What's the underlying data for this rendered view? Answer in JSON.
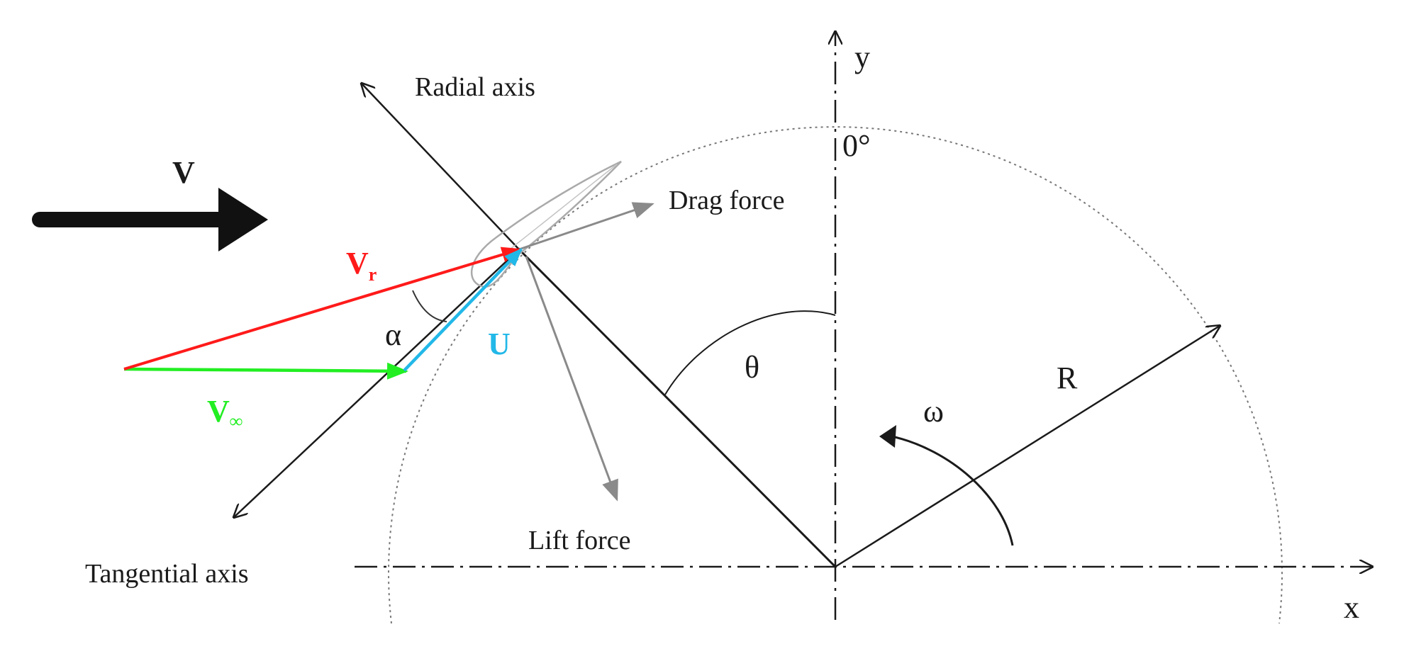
{
  "labels": {
    "radial_axis": "Radial axis",
    "tangential_axis": "Tangential axis",
    "drag_force": "Drag force",
    "lift_force": "Lift force",
    "free_stream": "V",
    "relative_velocity": "V",
    "relative_velocity_sub": "r",
    "rotor_velocity": "U",
    "upstream_velocity": "V",
    "upstream_velocity_sub": "∞",
    "alpha": "α",
    "theta": "θ",
    "omega": "ω",
    "radius": "R",
    "zero_deg": "0°",
    "x_axis": "x",
    "y_axis": "y"
  },
  "colors": {
    "relative_velocity": "#ff1a1a",
    "rotor_velocity": "#22b8e8",
    "upstream_velocity": "#22ee22",
    "force": "#8a8a8a",
    "axes": "#1a1a1a",
    "circle": "#777777",
    "blade": "#aaaaaa"
  },
  "icons": {
    "free_stream_arrow": "thick-right-arrow-icon",
    "omega_arrow": "curved-arrow-icon"
  }
}
